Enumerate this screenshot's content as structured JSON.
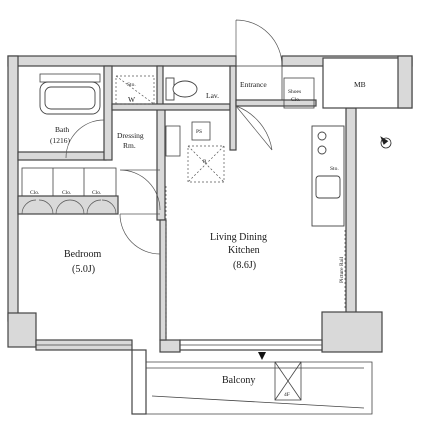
{
  "rooms": {
    "bath": {
      "name": "Bath",
      "size": "(1216)"
    },
    "washer": "W",
    "sto": "Sto.",
    "lav": "Lav.",
    "entrance": "Entrance",
    "shoes": {
      "line1": "Shoes",
      "line2": "Clo."
    },
    "mb": "MB",
    "dressing": {
      "line1": "Dressing",
      "line2": "Rm."
    },
    "ps": "PS",
    "r": "R",
    "clo": [
      "Clo.",
      "Clo.",
      "Clo."
    ],
    "bedroom": {
      "name": "Bedroom",
      "size": "(5.0J)"
    },
    "ldk": {
      "line1": "Living Dining",
      "line2": "Kitchen",
      "size": "(8.6J)"
    },
    "kitchen_sto": "Sto.",
    "picture_rail": "Picture Rail",
    "balcony": "Balcony",
    "ac_unit": "4F"
  },
  "north_icon": "compass-north-icon"
}
